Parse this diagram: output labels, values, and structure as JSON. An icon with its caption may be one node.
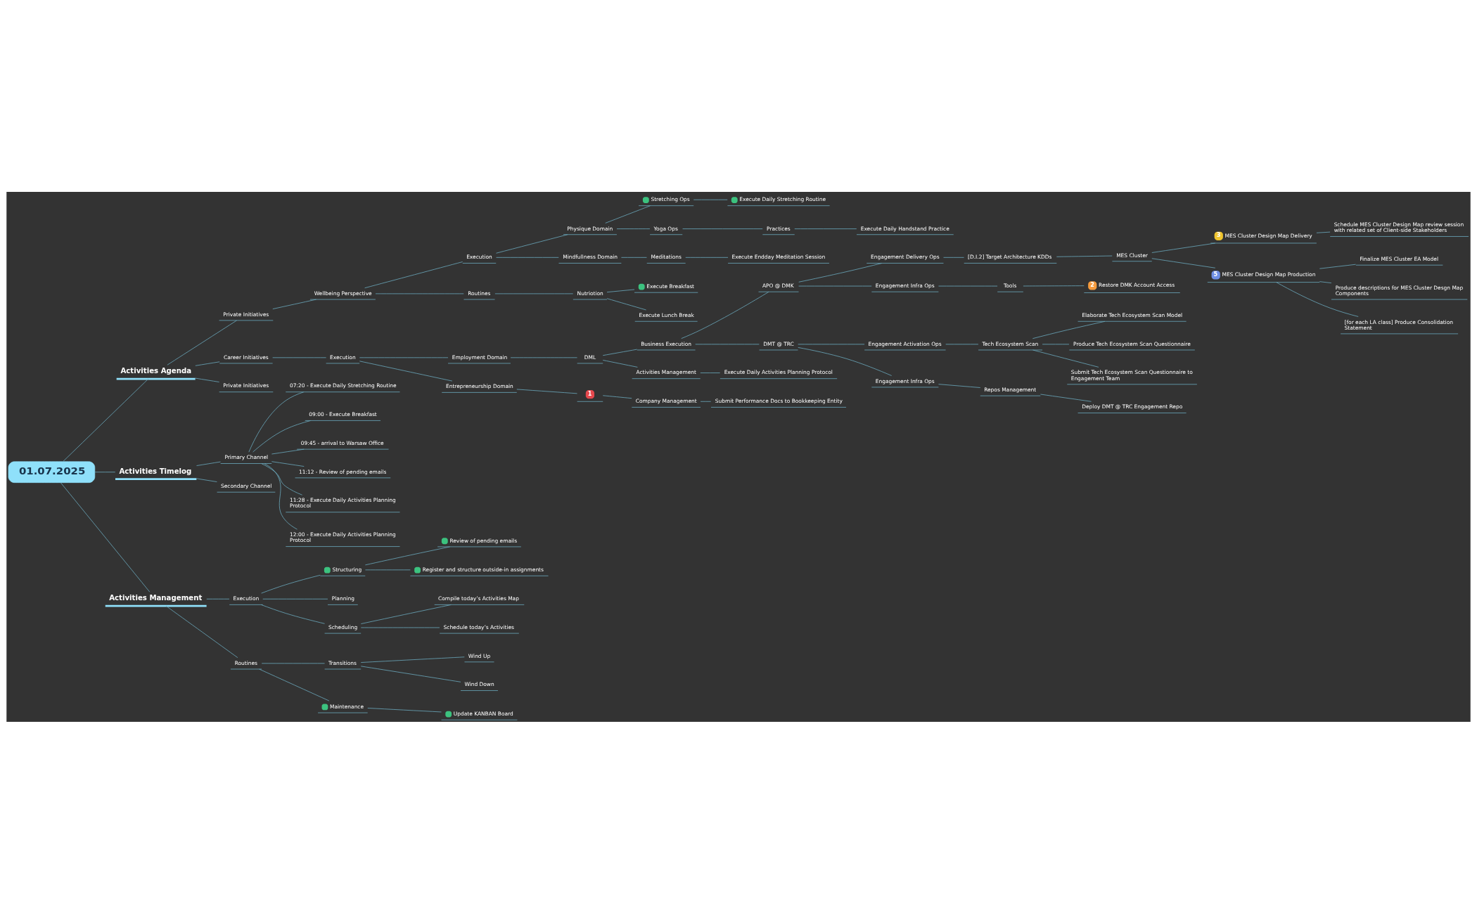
{
  "diagram": {
    "nodes": [
      {
        "text": [
          "01.07.2025"
        ]
      },
      {
        "text": [
          "Activities Agenda"
        ]
      },
      {
        "text": [
          "Private Initiatives"
        ]
      },
      {
        "text": [
          "Wellbeing Perspective"
        ]
      },
      {
        "text": [
          "Execution"
        ]
      },
      {
        "text": [
          "Physique Domain"
        ]
      },
      {
        "text": [
          "Stretching Ops"
        ]
      },
      {
        "text": [
          "Execute Daily Stretching Routine"
        ]
      },
      {
        "text": [
          "Yoga Ops"
        ]
      },
      {
        "text": [
          "Practices"
        ]
      },
      {
        "text": [
          "Execute Daily Handstand Practice"
        ]
      },
      {
        "text": [
          "Mindfullness Domain"
        ]
      },
      {
        "text": [
          "Meditations"
        ]
      },
      {
        "text": [
          "Execute Endday Meditation Session"
        ]
      },
      {
        "text": [
          "Routines"
        ]
      },
      {
        "text": [
          "Nutriotion"
        ]
      },
      {
        "text": [
          "Execute Breakfast"
        ]
      },
      {
        "text": [
          "Execute Lunch Break"
        ]
      },
      {
        "text": [
          "Career Initiatives"
        ]
      },
      {
        "text": [
          "Execution"
        ]
      },
      {
        "text": [
          "Employment Domain"
        ]
      },
      {
        "text": [
          "DML"
        ]
      },
      {
        "text": [
          "Business Execution"
        ]
      },
      {
        "text": [
          "APO @ DMK"
        ]
      },
      {
        "text": [
          "Engagement Delivery Ops"
        ]
      },
      {
        "text": [
          "[D.I.2] Target Architecture KDDs"
        ]
      },
      {
        "text": [
          "MES Cluster"
        ]
      },
      {
        "text": [
          "3",
          "MES Cluster Design Map Delivery"
        ]
      },
      {
        "text": [
          "Schedule MES Cluster Design Map review session with related set of Client-side Stakeholders"
        ]
      },
      {
        "text": [
          "5",
          "MES Cluster Design Map Production"
        ]
      },
      {
        "text": [
          "Finalize MES Cluster EA Model"
        ]
      },
      {
        "text": [
          "Produce descriptions for MES Cluster Desgn Map Components"
        ]
      },
      {
        "text": [
          "[for each LA class] Produce Consolidation Statement"
        ]
      },
      {
        "text": [
          "Engagement Infra Ops"
        ]
      },
      {
        "text": [
          "Tools"
        ]
      },
      {
        "text": [
          "2",
          "Restore DMK Account Access"
        ]
      },
      {
        "text": [
          "DMT @ TRC"
        ]
      },
      {
        "text": [
          "Engagement Activation Ops"
        ]
      },
      {
        "text": [
          "Tech Ecosystem Scan"
        ]
      },
      {
        "text": [
          "Elaborate Tech Ecosystem Scan Model"
        ]
      },
      {
        "text": [
          "Produce Tech Ecosystem Scan Questionnaire"
        ]
      },
      {
        "text": [
          "Submit Tech Ecosystem Scan Questionnaire to Engagement Team"
        ]
      },
      {
        "text": [
          "Engagement Infra Ops"
        ]
      },
      {
        "text": [
          "Repos Management"
        ]
      },
      {
        "text": [
          "Deploy DMT @ TRC Engagement Repo"
        ]
      },
      {
        "text": [
          "Activities Management"
        ]
      },
      {
        "text": [
          "Execute Daily Activities Planning Protocol"
        ]
      },
      {
        "text": [
          "Entrepreneurship Domain"
        ]
      },
      {
        "text": [
          "1"
        ]
      },
      {
        "text": [
          "Company Management"
        ]
      },
      {
        "text": [
          "Submit Performance Docs to Bookkeeping Entity"
        ]
      },
      {
        "text": [
          "Private Initiatives"
        ]
      },
      {
        "text": [
          "Activities Timelog"
        ]
      },
      {
        "text": [
          "Primary Channel"
        ]
      },
      {
        "text": [
          "07:20 - Execute Daily Stretching Routine"
        ]
      },
      {
        "text": [
          "09:00 - Execute Breakfast"
        ]
      },
      {
        "text": [
          "09:45 - arrival to Warsaw Office"
        ]
      },
      {
        "text": [
          "11:12 - Review of pending emails"
        ]
      },
      {
        "text": [
          "11:28 - Execute Daily Activities Planning Protocol"
        ]
      },
      {
        "text": [
          "12:00 - Execute Daily Activities Planning Protocol"
        ]
      },
      {
        "text": [
          "Secondary Channel"
        ]
      },
      {
        "text": [
          "Activities Management"
        ]
      },
      {
        "text": [
          "Execution"
        ]
      },
      {
        "text": [
          "Structuring"
        ]
      },
      {
        "text": [
          "Review of pending emails"
        ]
      },
      {
        "text": [
          "Register and structure outside-in assignments"
        ]
      },
      {
        "text": [
          "Planning"
        ]
      },
      {
        "text": [
          "Scheduling"
        ]
      },
      {
        "text": [
          "Compile today’s Activities Map"
        ]
      },
      {
        "text": [
          "Schedule today’s Activities"
        ]
      },
      {
        "text": [
          "Routines"
        ]
      },
      {
        "text": [
          "Transitions"
        ]
      },
      {
        "text": [
          "Wind Up"
        ]
      },
      {
        "text": [
          "Wind Down"
        ]
      },
      {
        "text": [
          "Maintenance"
        ]
      },
      {
        "text": [
          "Update KANBAN Board"
        ]
      }
    ],
    "edges": [
      {
        "from": 0,
        "to": 1,
        "arrow": "none"
      },
      {
        "from": 1,
        "to": 2,
        "arrow": "none"
      },
      {
        "from": 2,
        "to": 3,
        "arrow": "none"
      },
      {
        "from": 3,
        "to": 4,
        "arrow": "none"
      },
      {
        "from": 4,
        "to": 5,
        "arrow": "none"
      },
      {
        "from": 5,
        "to": 6,
        "arrow": "none"
      },
      {
        "from": 6,
        "to": 7,
        "arrow": "none"
      },
      {
        "from": 5,
        "to": 8,
        "arrow": "none"
      },
      {
        "from": 8,
        "to": 9,
        "arrow": "none"
      },
      {
        "from": 9,
        "to": 10,
        "arrow": "none"
      },
      {
        "from": 4,
        "to": 11,
        "arrow": "none"
      },
      {
        "from": 11,
        "to": 12,
        "arrow": "none"
      },
      {
        "from": 12,
        "to": 13,
        "arrow": "none"
      },
      {
        "from": 3,
        "to": 14,
        "arrow": "none"
      },
      {
        "from": 14,
        "to": 15,
        "arrow": "none"
      },
      {
        "from": 15,
        "to": 16,
        "arrow": "none"
      },
      {
        "from": 15,
        "to": 17,
        "arrow": "none"
      },
      {
        "from": 1,
        "to": 18,
        "arrow": "none"
      },
      {
        "from": 18,
        "to": 19,
        "arrow": "none"
      },
      {
        "from": 19,
        "to": 20,
        "arrow": "none"
      },
      {
        "from": 20,
        "to": 21,
        "arrow": "none"
      },
      {
        "from": 21,
        "to": 22,
        "arrow": "none"
      },
      {
        "from": 22,
        "to": 23,
        "arrow": "none"
      },
      {
        "from": 23,
        "to": 24,
        "arrow": "none"
      },
      {
        "from": 24,
        "to": 25,
        "arrow": "none"
      },
      {
        "from": 25,
        "to": 26,
        "arrow": "none"
      },
      {
        "from": 26,
        "to": 27,
        "arrow": "none"
      },
      {
        "from": 27,
        "to": 28,
        "arrow": "none"
      },
      {
        "from": 26,
        "to": 29,
        "arrow": "none"
      },
      {
        "from": 29,
        "to": 30,
        "arrow": "none"
      },
      {
        "from": 29,
        "to": 31,
        "arrow": "none"
      },
      {
        "from": 29,
        "to": 32,
        "arrow": "none"
      },
      {
        "from": 23,
        "to": 33,
        "arrow": "none"
      },
      {
        "from": 33,
        "to": 34,
        "arrow": "none"
      },
      {
        "from": 34,
        "to": 35,
        "arrow": "none"
      },
      {
        "from": 22,
        "to": 36,
        "arrow": "none"
      },
      {
        "from": 36,
        "to": 37,
        "arrow": "none"
      },
      {
        "from": 37,
        "to": 38,
        "arrow": "none"
      },
      {
        "from": 38,
        "to": 39,
        "arrow": "none"
      },
      {
        "from": 38,
        "to": 40,
        "arrow": "none"
      },
      {
        "from": 38,
        "to": 41,
        "arrow": "none"
      },
      {
        "from": 36,
        "to": 42,
        "arrow": "none"
      },
      {
        "from": 42,
        "to": 43,
        "arrow": "none"
      },
      {
        "from": 43,
        "to": 44,
        "arrow": "none"
      },
      {
        "from": 21,
        "to": 45,
        "arrow": "none"
      },
      {
        "from": 45,
        "to": 46,
        "arrow": "none"
      },
      {
        "from": 19,
        "to": 47,
        "arrow": "none"
      },
      {
        "from": 47,
        "to": 48,
        "arrow": "none"
      },
      {
        "from": 48,
        "to": 49,
        "arrow": "none"
      },
      {
        "from": 49,
        "to": 50,
        "arrow": "none"
      },
      {
        "from": 1,
        "to": 51,
        "arrow": "none"
      },
      {
        "from": 0,
        "to": 52,
        "arrow": "none"
      },
      {
        "from": 52,
        "to": 53,
        "arrow": "none"
      },
      {
        "from": 53,
        "to": 54,
        "arrow": "none"
      },
      {
        "from": 53,
        "to": 55,
        "arrow": "none"
      },
      {
        "from": 53,
        "to": 56,
        "arrow": "none"
      },
      {
        "from": 53,
        "to": 57,
        "arrow": "none"
      },
      {
        "from": 53,
        "to": 58,
        "arrow": "none"
      },
      {
        "from": 53,
        "to": 59,
        "arrow": "none"
      },
      {
        "from": 52,
        "to": 60,
        "arrow": "none"
      },
      {
        "from": 0,
        "to": 61,
        "arrow": "none"
      },
      {
        "from": 61,
        "to": 62,
        "arrow": "none"
      },
      {
        "from": 62,
        "to": 63,
        "arrow": "none"
      },
      {
        "from": 63,
        "to": 64,
        "arrow": "none"
      },
      {
        "from": 63,
        "to": 65,
        "arrow": "none"
      },
      {
        "from": 62,
        "to": 66,
        "arrow": "none"
      },
      {
        "from": 62,
        "to": 67,
        "arrow": "none"
      },
      {
        "from": 67,
        "to": 68,
        "arrow": "none"
      },
      {
        "from": 67,
        "to": 69,
        "arrow": "none"
      },
      {
        "from": 61,
        "to": 70,
        "arrow": "none"
      },
      {
        "from": 70,
        "to": 71,
        "arrow": "none"
      },
      {
        "from": 71,
        "to": 72,
        "arrow": "none"
      },
      {
        "from": 71,
        "to": 73,
        "arrow": "none"
      },
      {
        "from": 70,
        "to": 74,
        "arrow": "none"
      },
      {
        "from": 74,
        "to": 75,
        "arrow": "none"
      }
    ]
  }
}
